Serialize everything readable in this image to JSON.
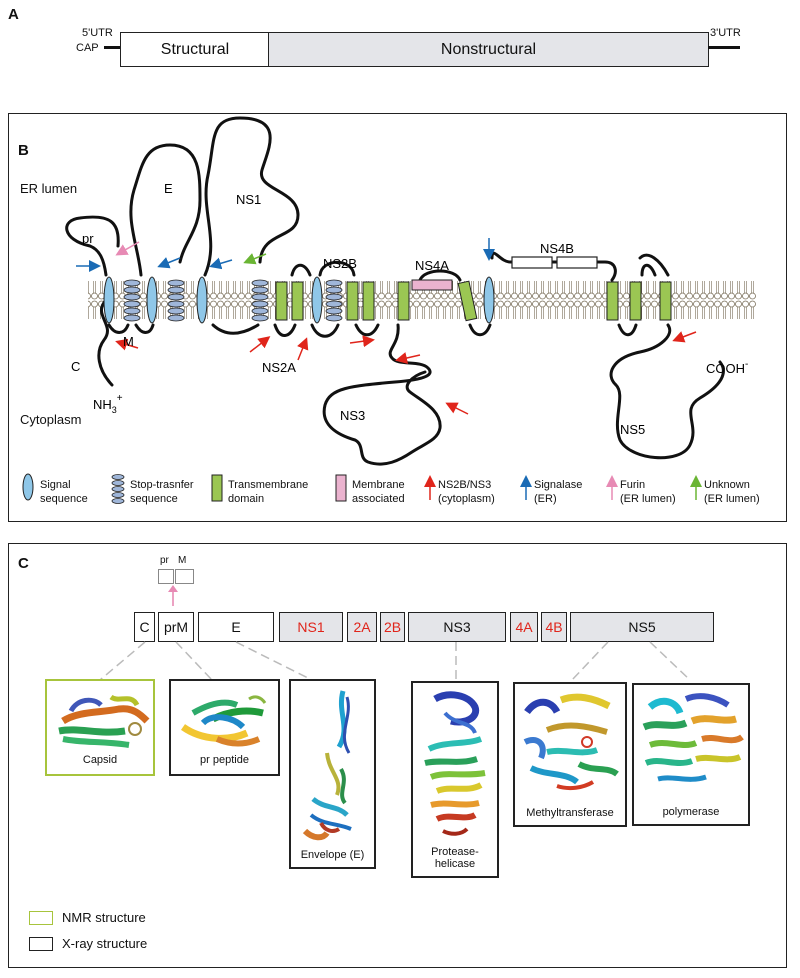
{
  "panel_a": {
    "letter": "A",
    "utr5": "5'UTR",
    "cap": "CAP",
    "structural": "Structural",
    "nonstructural": "Nonstructural",
    "utr3": "3'UTR"
  },
  "panel_b": {
    "letter": "B",
    "er_lumen": "ER lumen",
    "cytoplasm": "Cytoplasm",
    "labels": {
      "pr": "pr",
      "e": "E",
      "ns1": "NS1",
      "ns2b": "NS2B",
      "ns4a": "NS4A",
      "ns4b": "NS4B",
      "m": "M",
      "c": "C",
      "nh3": "NH",
      "nh3_sub": "3",
      "nh3_sup": "+",
      "ns2a": "NS2A",
      "ns3": "NS3",
      "ns5": "NS5",
      "cooh": "COOH",
      "cooh_sup": "-"
    },
    "legend": [
      {
        "line1": "Signal",
        "line2": "sequence"
      },
      {
        "line1": "Stop-trasnfer",
        "line2": "sequence"
      },
      {
        "line1": "Transmembrane",
        "line2": "domain"
      },
      {
        "line1": "Membrane",
        "line2": "associated"
      },
      {
        "line1": "NS2B/NS3",
        "line2": "(cytoplasm)"
      },
      {
        "line1": "Signalase",
        "line2": "(ER)"
      },
      {
        "line1": "Furin",
        "line2": "(ER lumen)"
      },
      {
        "line1": "Unknown",
        "line2": "(ER lumen)"
      }
    ],
    "colors": {
      "signal": "#8fc7e8",
      "stop_transfer": "#9fb6d9",
      "transmembrane": "#9bc653",
      "membrane_assoc": "#ebb3cf",
      "ns2b_ns3_arrow": "#e0251b",
      "signalase_arrow": "#1a6bb5",
      "furin_arrow": "#e78ab4",
      "unknown_arrow": "#6ab534"
    }
  },
  "panel_c": {
    "letter": "C",
    "pr": "pr",
    "m": "M",
    "segments": {
      "c": "C",
      "prm": "prM",
      "e": "E",
      "ns1": "NS1",
      "ns2a": "2A",
      "ns2b": "2B",
      "ns3": "NS3",
      "ns4a": "4A",
      "ns4b": "4B",
      "ns5": "NS5"
    },
    "structures": {
      "capsid": "Capsid",
      "pr_peptide": "pr peptide",
      "envelope": "Envelope (E)",
      "protease_helicase": "Protease-helicase",
      "methyltransferase": "Methyltransferase",
      "polymerase": "polymerase"
    },
    "legend": {
      "nmr": "NMR structure",
      "xray": "X-ray structure"
    },
    "colors": {
      "nmr_border": "#a7c43c",
      "xray_border": "#222222",
      "nonstructural_fill": "#e4e5e9",
      "red_label": "#e0251b"
    }
  }
}
